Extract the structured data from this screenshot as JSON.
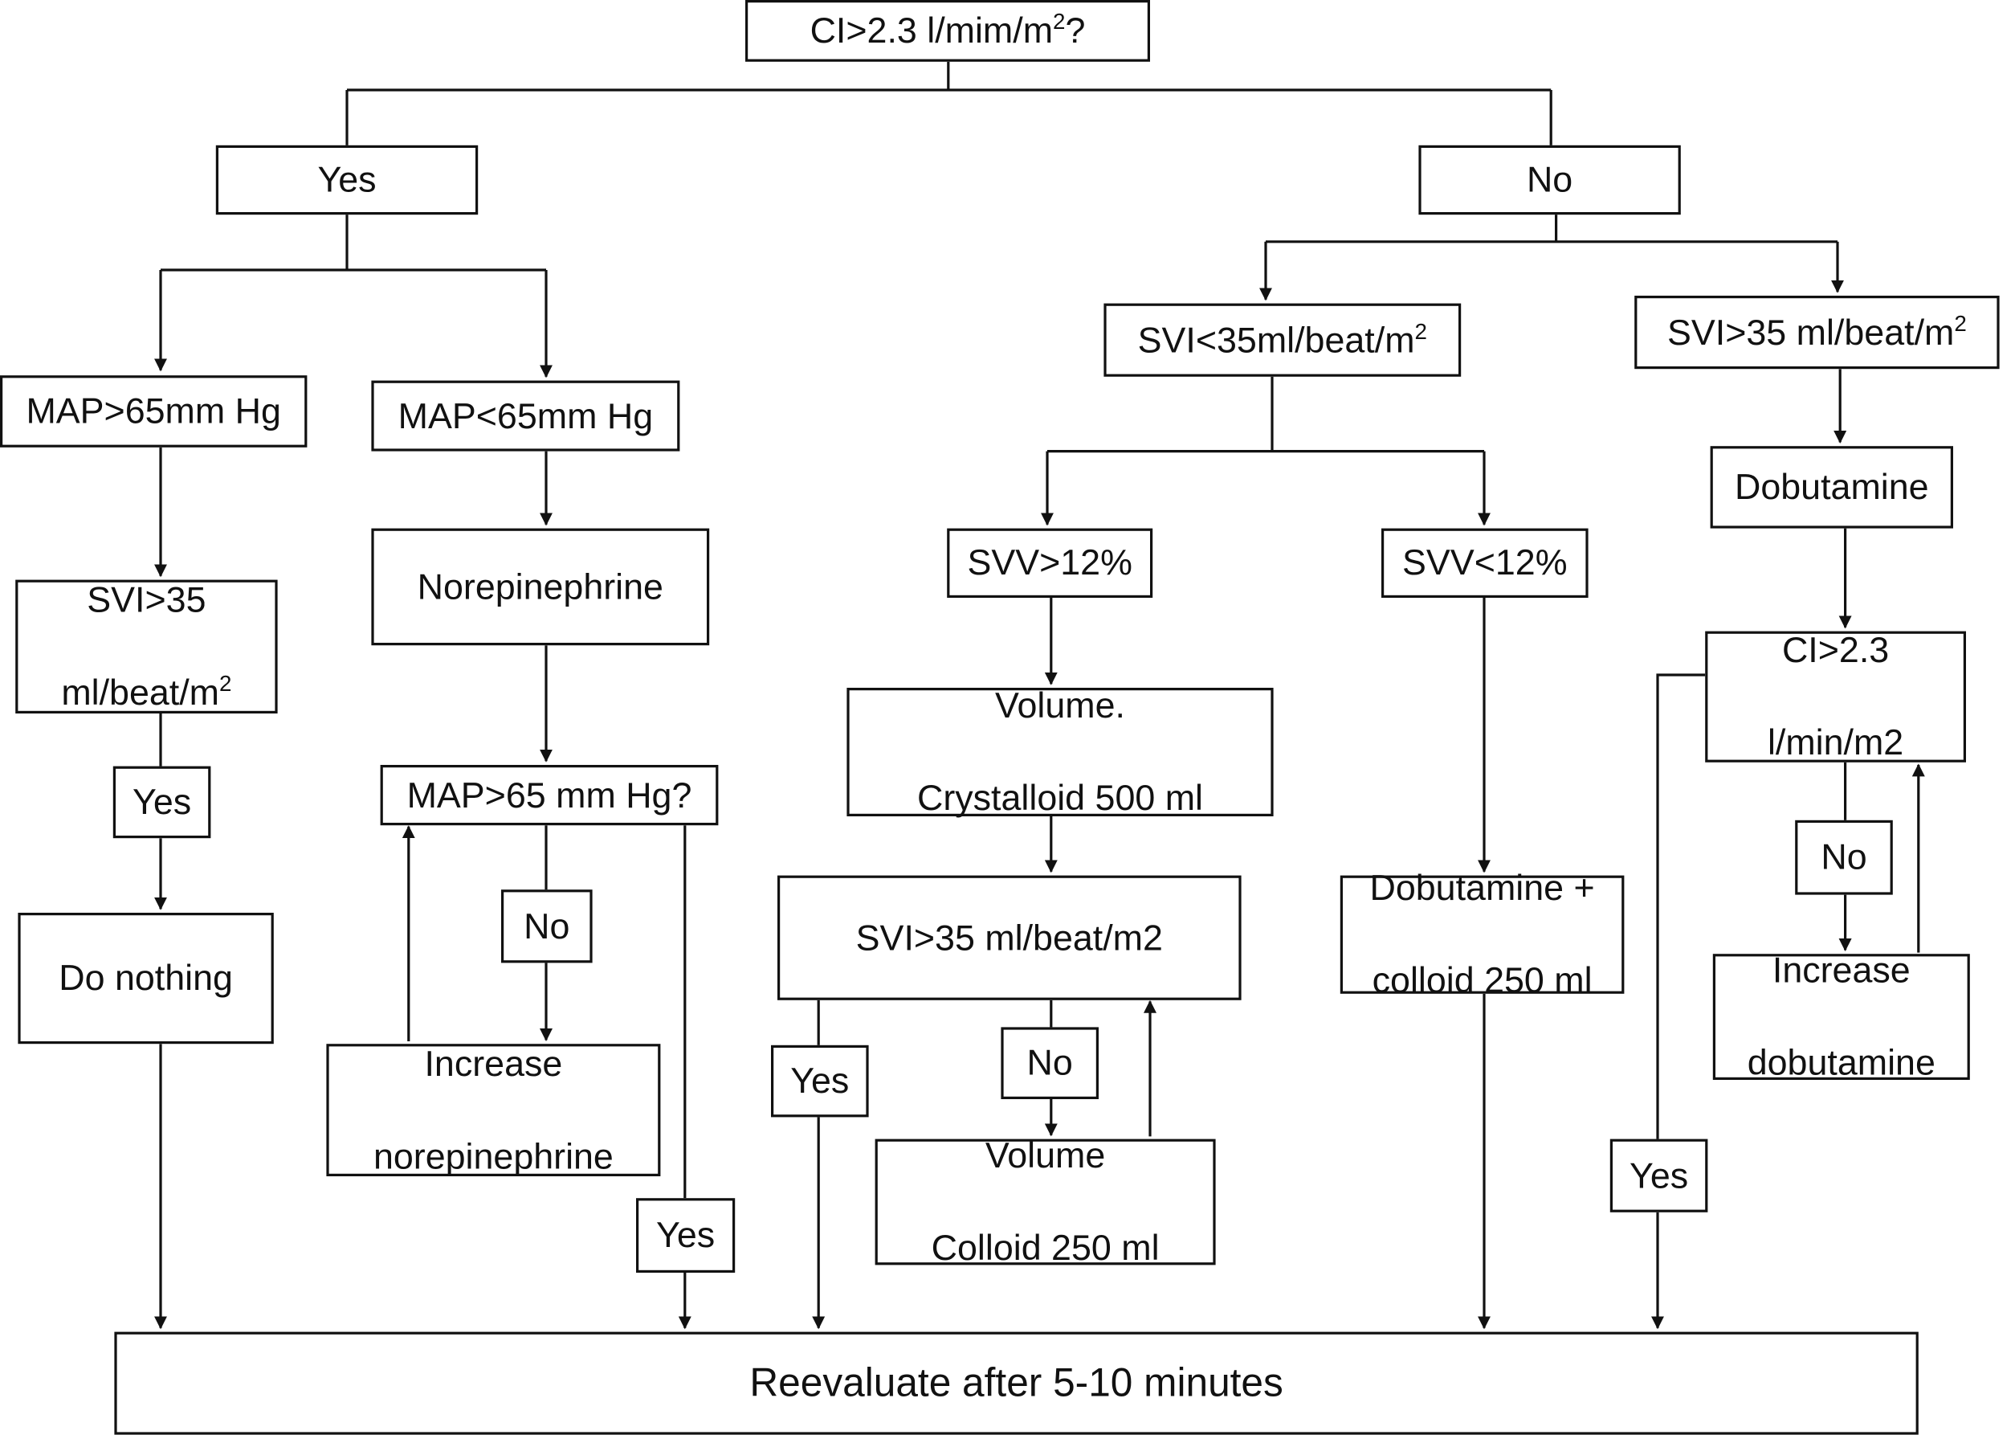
{
  "diagram": {
    "root": {
      "label": "CI>2.3 l/mim/m",
      "sup": "2",
      "suffix": "?"
    },
    "yes_branch": {
      "label": "Yes",
      "map_high": {
        "label": "MAP>65mm Hg"
      },
      "svi_check": {
        "line1": "SVI>35",
        "line2": "ml/beat/m",
        "sup": "2"
      },
      "svi_yes": "Yes",
      "do_nothing": "Do nothing",
      "map_low": {
        "label": "MAP<65mm Hg"
      },
      "norepinephrine": "Norepinephrine",
      "map_check": "MAP>65 mm Hg?",
      "map_no": "No",
      "increase_norepinephrine": {
        "line1": "Increase",
        "line2": "norepinephrine"
      },
      "map_yes": "Yes"
    },
    "no_branch": {
      "label": "No",
      "svi_low": {
        "label": "SVI<35ml/beat/m",
        "sup": "2"
      },
      "svv_high": "SVV>12%",
      "volume_crystalloid": {
        "line1": "Volume.",
        "line2": "Crystalloid 500 ml"
      },
      "svi_check": "SVI>35 ml/beat/m2",
      "svi_yes": "Yes",
      "svi_no": "No",
      "volume_colloid": {
        "line1": "Volume",
        "line2": "Colloid 250 ml"
      },
      "svv_low": "SVV<12%",
      "dobutamine_colloid": {
        "line1": "Dobutamine +",
        "line2": "colloid 250 ml"
      },
      "svi_high": {
        "label": "SVI>35 ml/beat/m",
        "sup": "2"
      },
      "dobutamine": "Dobutamine",
      "ci_check": {
        "line1": "CI>2.3",
        "line2": "l/min/m2"
      },
      "ci_no": "No",
      "increase_dobutamine": {
        "line1": "Increase",
        "line2": "dobutamine"
      },
      "ci_yes": "Yes"
    },
    "reevaluate": "Reevaluate after 5-10 minutes"
  }
}
